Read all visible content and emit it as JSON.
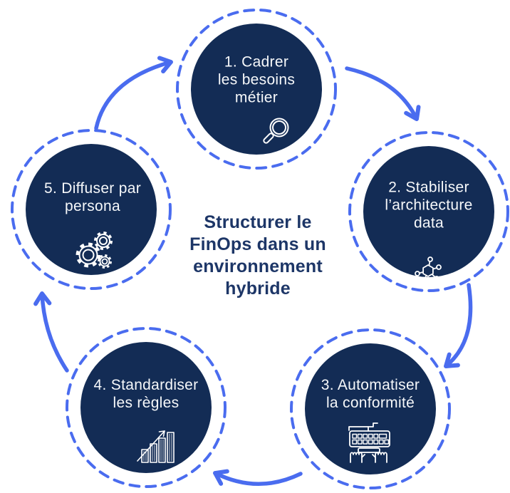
{
  "title": {
    "lines": [
      "Structurer le",
      "FinOps dans un",
      "environnement",
      "hybride"
    ]
  },
  "steps": [
    {
      "id": 1,
      "lines": [
        "1. Cadrer",
        "les besoins",
        "métier"
      ],
      "icon": "magnifier-icon"
    },
    {
      "id": 2,
      "lines": [
        "2. Stabiliser",
        "l’architecture",
        "data"
      ],
      "icon": "data-network-icon"
    },
    {
      "id": 3,
      "lines": [
        "3. Automatiser",
        "la conformité"
      ],
      "icon": "keyboard-hands-icon"
    },
    {
      "id": 4,
      "lines": [
        "4. Standardiser",
        "les règles"
      ],
      "icon": "growth-chart-icon"
    },
    {
      "id": 5,
      "lines": [
        "5. Diffuser par",
        "persona"
      ],
      "icon": "gears-icon"
    }
  ],
  "flow": "clockwise",
  "colors": {
    "background": "#ffffff",
    "circle_fill": "#132c55",
    "ring_and_arrow_blue": "#4a6cef",
    "title_navy": "#1d3667",
    "step_text": "#f6f8fa",
    "icon_stroke": "#ffffff"
  }
}
